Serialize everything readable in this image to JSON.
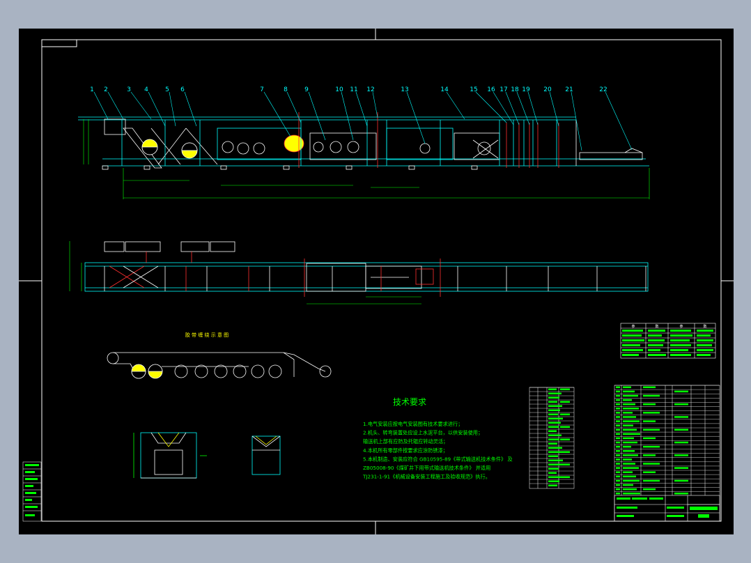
{
  "title_tag": "",
  "callouts": [
    "1",
    "2",
    "3",
    "4",
    "5",
    "6",
    "7",
    "8",
    "9",
    "10",
    "11",
    "12",
    "13",
    "14",
    "15",
    "16",
    "17",
    "18",
    "19",
    "20",
    "21",
    "22"
  ],
  "tech_title": "技术要求",
  "tech_lines": [
    "1.电气安装应按电气安装图有技术要求进行；",
    "2.机头、转弯装置处应设上水泥平台，以供安装使用；",
    "输送机上部有应防及托辊应转动灵活；",
    "4.本机所有零部件按要求应涂防锈漆；",
    "5.本机制造、安装应符合 GB10595-89《带式输送机技术条件》 及",
    "  ZB05008-90《煤矿井下用带式输送机技术条件》 并适用",
    "  TJ231-1-91《机械设备安装工程施工及验收规范》执行。"
  ],
  "belt_diagram_title": "胶 带 缠 绕 示 意 图",
  "param_table_header": [
    "参",
    "数",
    "参",
    "数"
  ],
  "drawing_no": "",
  "colors": {
    "line": "#00ffff",
    "part": "#ffffff",
    "mark": "#ff3030",
    "dim": "#00ff00",
    "yellow": "#ffff00"
  }
}
